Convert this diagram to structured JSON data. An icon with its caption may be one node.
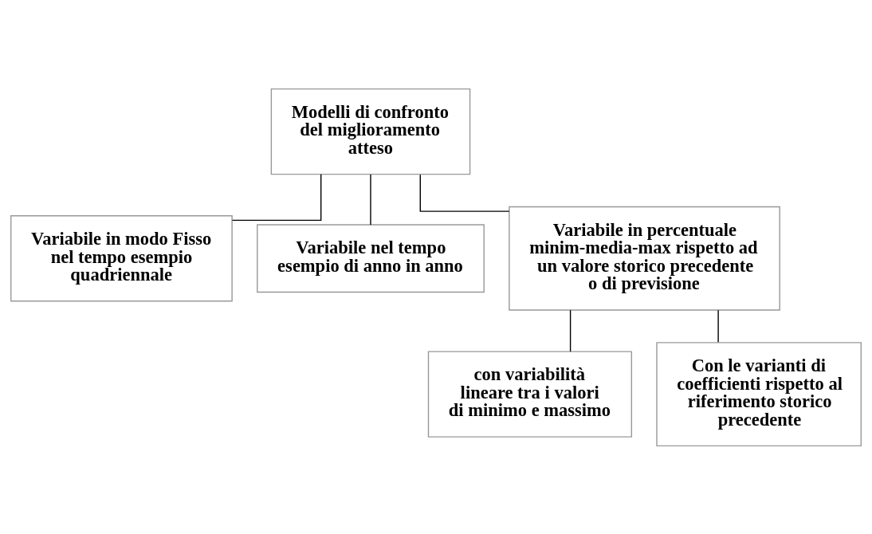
{
  "diagram": {
    "nodes": [
      {
        "text": [
          "Modelli di confronto del miglioramento atteso"
        ]
      },
      {
        "text": [
          "Variabile in modo Fisso nel tempo esempio quadriennale"
        ]
      },
      {
        "text": [
          "Variabile nel tempo esempio di anno in anno"
        ]
      },
      {
        "text": [
          "Variabile in percentuale minim-media-max rispetto ad un valore storico precedente o di previsione"
        ]
      },
      {
        "text": [
          "con variabilità lineare tra i valori di minimo e massimo"
        ]
      },
      {
        "text": [
          "Con le varianti di coefficienti rispetto al riferimento storico precedente"
        ]
      }
    ],
    "edges": [
      {
        "from": 0,
        "to": 1,
        "arrow": "none"
      },
      {
        "from": 0,
        "to": 2,
        "arrow": "none"
      },
      {
        "from": 0,
        "to": 3,
        "arrow": "none"
      },
      {
        "from": 3,
        "to": 4,
        "arrow": "none"
      },
      {
        "from": 3,
        "to": 5,
        "arrow": "none"
      }
    ]
  }
}
